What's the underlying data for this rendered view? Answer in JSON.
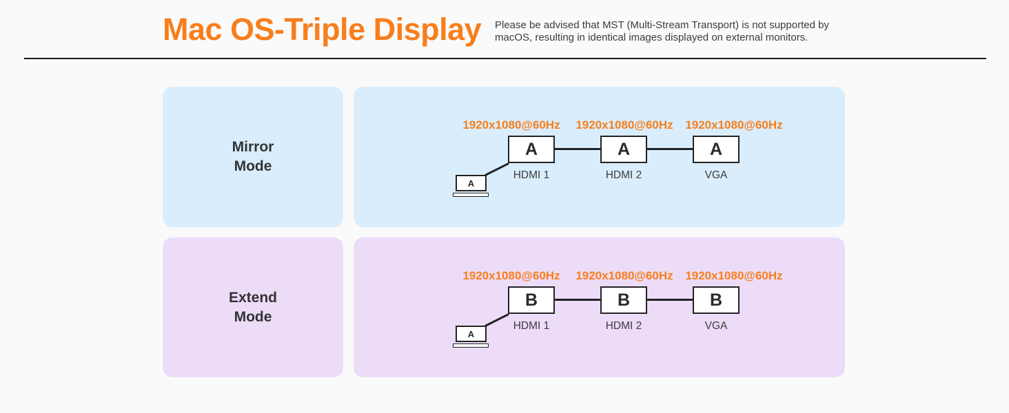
{
  "page": {
    "title": "Mac OS-Triple Display",
    "note": "Please be advised that MST (Multi-Stream Transport) is not supported by macOS, resulting in identical images displayed on external monitors."
  },
  "colors": {
    "accent_orange": "#F87E1C",
    "mirror_panel_bg": "#DAEDFC",
    "extend_panel_bg": "#ECDCF8",
    "text_dark": "#333333",
    "line_dark": "#222222",
    "page_bg": "#FAFAFA"
  },
  "modes": [
    {
      "name_line1": "Mirror",
      "name_line2": "Mode",
      "source": {
        "label": "A"
      },
      "outputs": [
        {
          "resolution": "1920x1080@60Hz",
          "screen": "A",
          "port": "HDMI 1"
        },
        {
          "resolution": "1920x1080@60Hz",
          "screen": "A",
          "port": "HDMI 2"
        },
        {
          "resolution": "1920x1080@60Hz",
          "screen": "A",
          "port": "VGA"
        }
      ]
    },
    {
      "name_line1": "Extend",
      "name_line2": "Mode",
      "source": {
        "label": "A"
      },
      "outputs": [
        {
          "resolution": "1920x1080@60Hz",
          "screen": "B",
          "port": "HDMI 1"
        },
        {
          "resolution": "1920x1080@60Hz",
          "screen": "B",
          "port": "HDMI 2"
        },
        {
          "resolution": "1920x1080@60Hz",
          "screen": "B",
          "port": "VGA"
        }
      ]
    }
  ]
}
